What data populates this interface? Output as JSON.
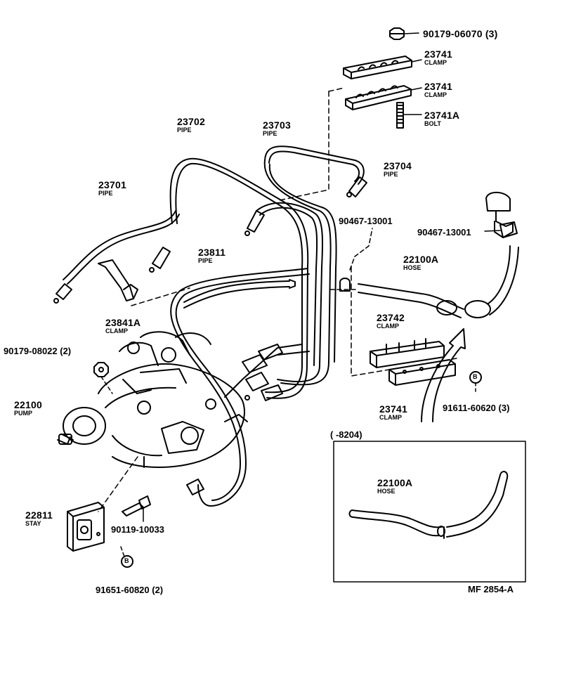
{
  "parts": {
    "nut_top": "90179-06070 (3)",
    "clamp_a": {
      "number": "23741",
      "name": "CLAMP"
    },
    "clamp_b": {
      "number": "23741",
      "name": "CLAMP"
    },
    "bolt": {
      "number": "23741A",
      "name": "BOLT"
    },
    "pipe_2": {
      "number": "23702",
      "name": "PIPE"
    },
    "pipe_3": {
      "number": "23703",
      "name": "PIPE"
    },
    "pipe_4": {
      "number": "23704",
      "name": "PIPE"
    },
    "pipe_1": {
      "number": "23701",
      "name": "PIPE"
    },
    "clip_mid": "90467-13001",
    "clip_right": "90467-13001",
    "pipe_overflow": {
      "number": "23811",
      "name": "PIPE"
    },
    "hose_main": {
      "number": "22100A",
      "name": "HOSE"
    },
    "clamp_pipe": {
      "number": "23841A",
      "name": "CLAMP"
    },
    "clamp_lower": {
      "number": "23742",
      "name": "CLAMP"
    },
    "nut_left": "90179-08022 (2)",
    "pump": {
      "number": "22100",
      "name": "PUMP"
    },
    "clamp_bottom": {
      "number": "23741",
      "name": "CLAMP"
    },
    "washer_right": "91611-60620 (3)",
    "stay": {
      "number": "22811",
      "name": "STAY"
    },
    "bolt_stay": "90119-10033",
    "washer_bottom": "91651-60820 (2)",
    "inset_hose": {
      "number": "22100A",
      "name": "HOSE"
    }
  },
  "inset_title": "(      -8204)",
  "figure_code": "MF 2854-A",
  "callout_marker": "B"
}
